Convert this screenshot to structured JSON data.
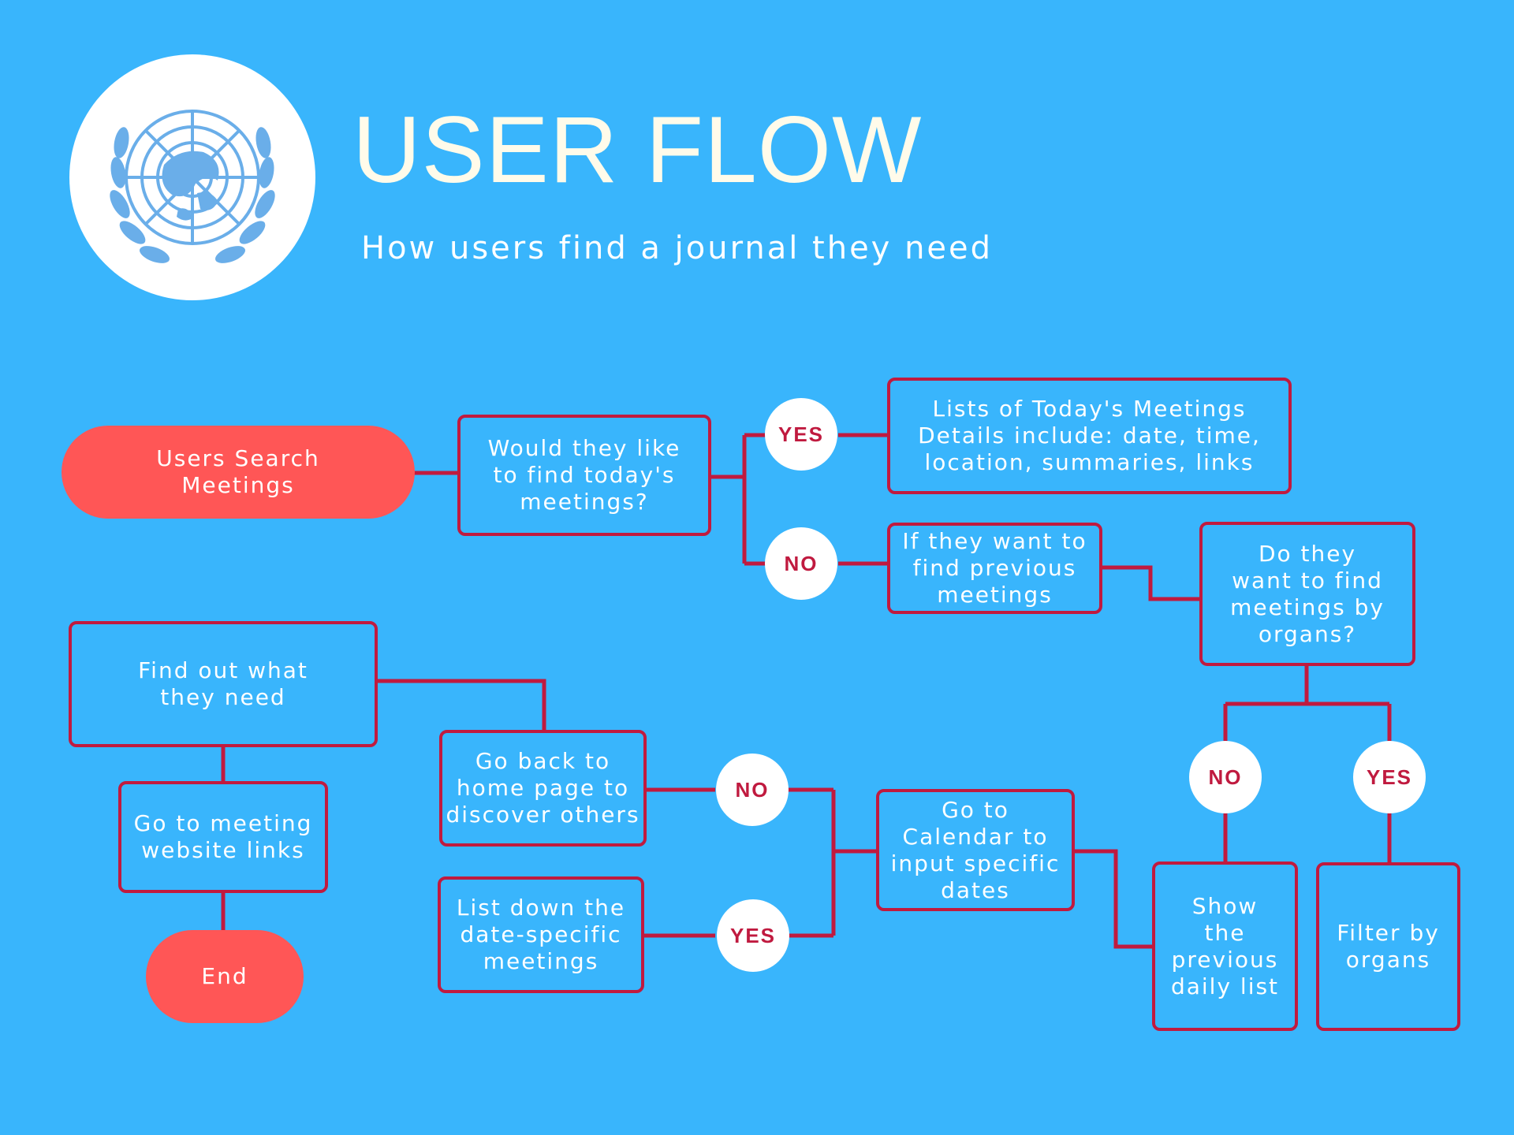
{
  "header": {
    "title": "USER FLOW",
    "subtitle": "How users find a journal they need"
  },
  "logo": {
    "icon": "un-emblem-icon"
  },
  "colors": {
    "background": "#39b5fc",
    "line": "#c01a3f",
    "terminal": "#ff5656",
    "badge_text": "#c01a3f"
  },
  "nodes": {
    "start": "Users Search\nMeetings",
    "q_today": "Would they like\nto find today's\nmeetings?",
    "todays_list": "Lists of Today's Meetings\nDetails include: date, time,\nlocation, summaries, links",
    "previous": "If they want to\nfind previous\nmeetings",
    "q_organs": "Do they\nwant to find\nmeetings by\norgans?",
    "show_previous": "Show\nthe\nprevious\ndaily list",
    "filter_organs": "Filter by\norgans",
    "calendar": "Go to\nCalendar to\ninput specific\ndates",
    "go_back": "Go back to\nhome page to\ndiscover others",
    "list_date": "List down the\ndate-specific\nmeetings",
    "find_out": "Find out what\nthey need",
    "meeting_links": "Go to meeting\nwebsite links",
    "end": "End"
  },
  "badges": {
    "today_yes": "YES",
    "today_no": "NO",
    "organs_no": "NO",
    "organs_yes": "YES",
    "calendar_no": "NO",
    "calendar_yes": "YES"
  }
}
